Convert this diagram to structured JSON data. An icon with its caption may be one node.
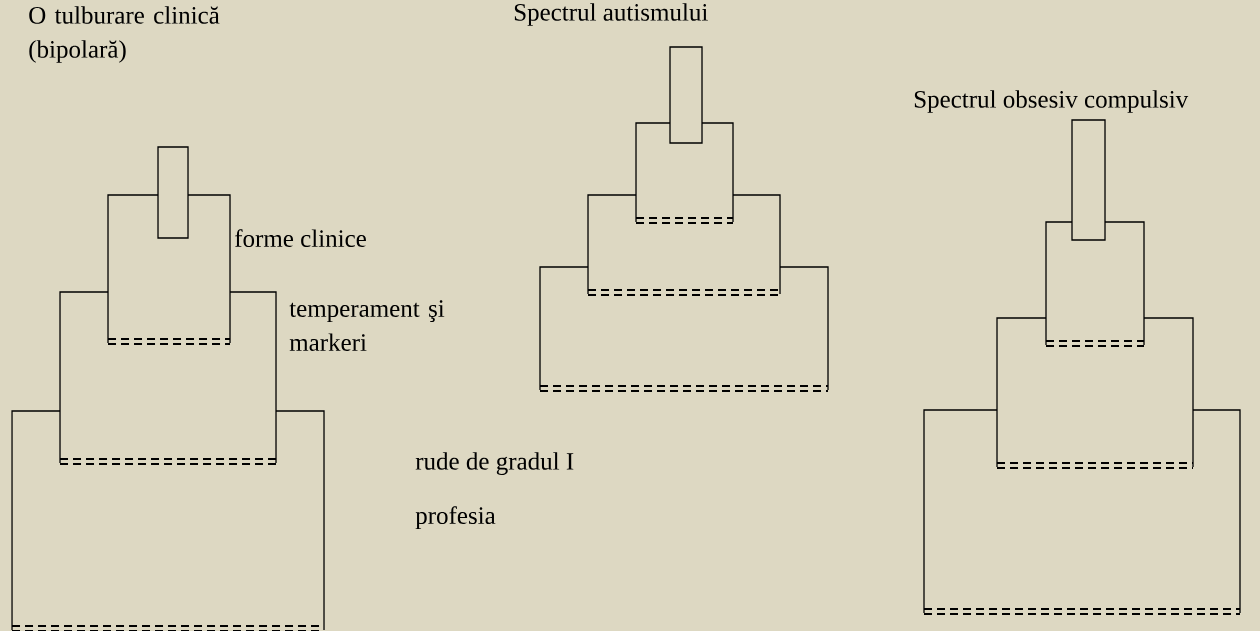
{
  "diagram": {
    "nodes": [
      {
        "text": [],
        "shape": "box"
      },
      {
        "text": [],
        "shape": "box"
      },
      {
        "text": [],
        "shape": "box"
      },
      {
        "text": [],
        "shape": "box"
      },
      {
        "text": [],
        "shape": "box"
      },
      {
        "text": [],
        "shape": "box"
      },
      {
        "text": [],
        "shape": "box"
      },
      {
        "text": [],
        "shape": "box"
      },
      {
        "text": [],
        "shape": "box"
      },
      {
        "text": [],
        "shape": "box"
      },
      {
        "text": [],
        "shape": "box"
      },
      {
        "text": [],
        "shape": "box"
      }
    ],
    "labels": [
      "O tulburare clinică (bipolară)",
      "Spectrul autismului",
      "Spectrul obsesiv compulsiv",
      "forme clinice",
      "temperament şi markeri",
      "rude de gradul I",
      "profesia"
    ]
  }
}
